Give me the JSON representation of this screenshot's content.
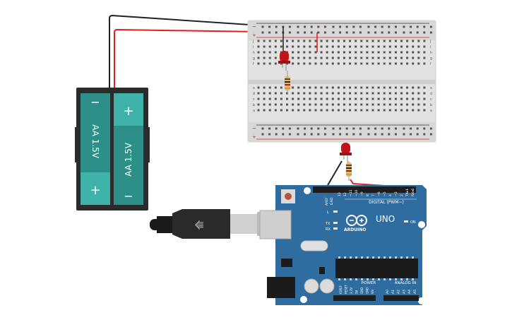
{
  "battery": {
    "cell_left": {
      "label": "AA 1.5V",
      "top_sign": "−",
      "bottom_sign": "+"
    },
    "cell_right": {
      "label": "AA 1.5V",
      "top_sign": "+",
      "bottom_sign": "−"
    }
  },
  "breadboard": {
    "row_letters_top": [
      "j",
      "i",
      "h",
      "g",
      "f"
    ],
    "row_letters_bottom": [
      "e",
      "d",
      "c",
      "b",
      "a"
    ],
    "rail_minus": "−",
    "rail_plus": "+",
    "column_count": 30
  },
  "arduino": {
    "brand": "ARDUINO",
    "model": "UNO",
    "digital_label": "DIGITAL (PWM~)",
    "power_label": "POWER",
    "analog_label": "ANALOG IN",
    "on_label": "ON",
    "led_l": "L",
    "led_tx": "TX",
    "led_rx": "RX",
    "aref": "AREF",
    "gnd": "GND",
    "pin_labels": [
      "13",
      "12",
      "~11",
      "~10",
      "~9",
      "8",
      "7",
      "~6",
      "~5",
      "4",
      "~3",
      "2",
      "TX▸1",
      "RX◂0"
    ],
    "power_pins": [
      "IOREF",
      "RESET",
      "3.3V",
      "5V",
      "GND",
      "GND",
      "Vin"
    ],
    "analog_pins": [
      "A0",
      "A1",
      "A2",
      "A3",
      "A4",
      "A5"
    ]
  },
  "colors": {
    "board_blue": "#2f6da0",
    "wire_red": "#e02020",
    "wire_black": "#222222",
    "led_red": "#c0141a",
    "battery_body": "#2b2b2b",
    "battery_cell": "#2c8f88"
  }
}
